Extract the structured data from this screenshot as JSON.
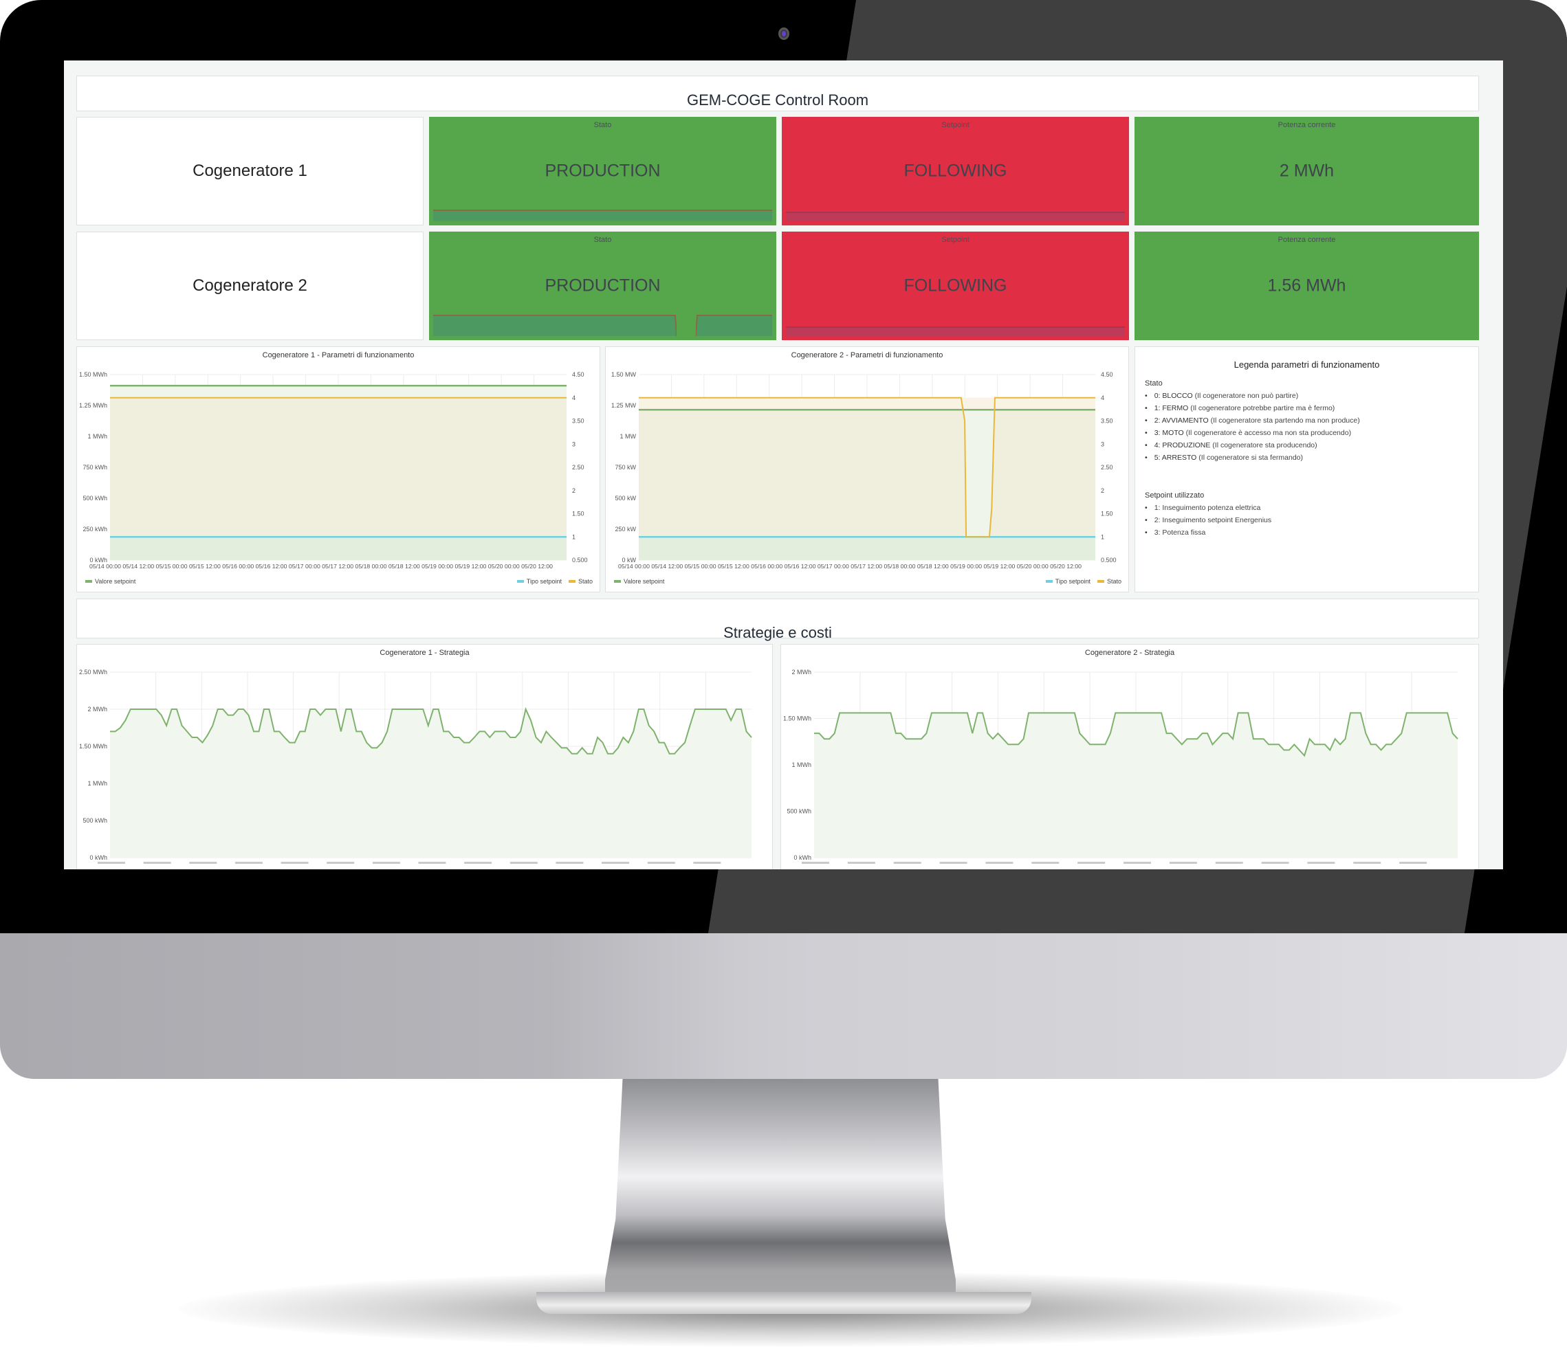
{
  "dashboard": {
    "title": "GEM-COGE Control Room",
    "section2_title": "Strategie e costi"
  },
  "colors": {
    "ok_green": "#56a64b",
    "alert_red": "#e02f44",
    "series_green": "#7eb26d",
    "series_cyan": "#6ed0e0",
    "series_yellow": "#eab839"
  },
  "rows": [
    {
      "label": "Cogeneratore 1",
      "stato": {
        "title": "Stato",
        "value": "PRODUCTION"
      },
      "setpoint": {
        "title": "Setpoint",
        "value": "FOLLOWING"
      },
      "potenza": {
        "title": "Potenza corrente",
        "value": "2 MWh"
      }
    },
    {
      "label": "Cogeneratore 2",
      "stato": {
        "title": "Stato",
        "value": "PRODUCTION"
      },
      "setpoint": {
        "title": "Setpoint",
        "value": "FOLLOWING"
      },
      "potenza": {
        "title": "Potenza corrente",
        "value": "1.56 MWh"
      }
    }
  ],
  "legend_panel": {
    "title": "Legenda parametri di funzionamento",
    "stato_heading": "Stato",
    "stato_items": [
      {
        "code": "0: BLOCCO",
        "desc": " (Il cogeneratore non può partire)"
      },
      {
        "code": "1: FERMO",
        "desc": " (Il cogeneratore potrebbe partire ma è fermo)"
      },
      {
        "code": "2: AVVIAMENTO",
        "desc": " (Il cogeneratore sta partendo ma non produce)"
      },
      {
        "code": "3: MOTO",
        "desc": " (Il cogeneratore è accesso ma non sta producendo)"
      },
      {
        "code": "4: PRODUZIONE",
        "desc": " (Il cogeneratore sta producendo)"
      },
      {
        "code": "5: ARRESTO",
        "desc": " (Il cogeneratore si sta fermando)"
      }
    ],
    "setpoint_heading": "Setpoint utilizzato",
    "setpoint_items": [
      "1: Inseguimento potenza elettrica",
      "2: Inseguimento setpoint Energenius",
      "3: Potenza fissa"
    ]
  },
  "chart_data": [
    {
      "type": "line",
      "title": "Cogeneratore 1 - Parametri di funzionamento",
      "x": [
        "05/14 00:00",
        "05/14 12:00",
        "05/15 00:00",
        "05/15 12:00",
        "05/16 00:00",
        "05/16 12:00",
        "05/17 00:00",
        "05/17 12:00",
        "05/18 00:00",
        "05/18 12:00",
        "05/19 00:00",
        "05/19 12:00",
        "05/20 00:00",
        "05/20 12:00"
      ],
      "y_left_ticks": [
        "1.50 MWh",
        "1.25 MWh",
        "1 MWh",
        "750 kWh",
        "500 kWh",
        "250 kWh",
        "0 kWh"
      ],
      "y_right_ticks": [
        "4.50",
        "4",
        "3.50",
        "3",
        "2.50",
        "2",
        "1.50",
        "1",
        "0.500"
      ],
      "ylim_left": [
        0,
        1500
      ],
      "ylim_right": [
        0.5,
        4.5
      ],
      "series": [
        {
          "name": "Valore setpoint",
          "axis": "left",
          "unit": "kWh",
          "values": [
            1410,
            1410,
            1410,
            1410,
            1410,
            1410,
            1410,
            1410,
            1410,
            1410,
            1410,
            1410,
            1410,
            1410,
            1410
          ]
        },
        {
          "name": "Tipo setpoint",
          "axis": "right",
          "values": [
            1,
            1,
            1,
            1,
            1,
            1,
            1,
            1,
            1,
            1,
            1,
            1,
            1,
            1,
            1
          ]
        },
        {
          "name": "Stato",
          "axis": "right",
          "values": [
            4,
            4,
            4,
            4,
            4,
            4,
            4,
            4,
            4,
            4,
            4,
            4,
            4,
            4,
            4
          ]
        }
      ],
      "legend_left": [
        "Valore setpoint"
      ],
      "legend_right": [
        "Tipo setpoint",
        "Stato"
      ]
    },
    {
      "type": "line",
      "title": "Cogeneratore 2 - Parametri di funzionamento",
      "x": [
        "05/14 00:00",
        "05/14 12:00",
        "05/15 00:00",
        "05/15 12:00",
        "05/16 00:00",
        "05/16 12:00",
        "05/17 00:00",
        "05/17 12:00",
        "05/18 00:00",
        "05/18 12:00",
        "05/19 00:00",
        "05/19 12:00",
        "05/20 00:00",
        "05/20 12:00"
      ],
      "y_left_ticks": [
        "1.50 MW",
        "1.25 MW",
        "1 MW",
        "750 kW",
        "500 kW",
        "250 kW",
        "0 kW"
      ],
      "y_right_ticks": [
        "4.50",
        "4",
        "3.50",
        "3",
        "2.50",
        "2",
        "1.50",
        "1",
        "0.500"
      ],
      "ylim_left": [
        0,
        1500
      ],
      "ylim_right": [
        0.5,
        4.5
      ],
      "series": [
        {
          "name": "Valore setpoint",
          "axis": "left",
          "unit": "kW",
          "values": [
            1215,
            1215,
            1215,
            1215,
            1215,
            1215,
            1215,
            1215,
            1215,
            1215,
            1215,
            1215,
            1215,
            1215,
            1215
          ]
        },
        {
          "name": "Tipo setpoint",
          "axis": "right",
          "values": [
            1,
            1,
            1,
            1,
            1,
            1,
            1,
            1,
            1,
            1,
            1,
            1,
            1,
            1,
            1
          ]
        },
        {
          "name": "Stato",
          "axis": "right",
          "x_frac": [
            0,
            0.706,
            0.714,
            0.717,
            0.768,
            0.773,
            0.78,
            1
          ],
          "values": [
            4,
            4,
            3.5,
            1,
            1,
            1.6,
            4,
            4
          ]
        }
      ],
      "legend_left": [
        "Valore setpoint"
      ],
      "legend_right": [
        "Tipo setpoint",
        "Stato"
      ]
    },
    {
      "type": "area",
      "title": "Cogeneratore 1 - Strategia",
      "y_ticks": [
        "2.50 MWh",
        "2 MWh",
        "1.50 MWh",
        "1 MWh",
        "500 kWh",
        "0 kWh"
      ],
      "ylim": [
        0,
        2.5
      ],
      "unit": "MWh",
      "series": [
        {
          "name": "Strategia",
          "values": [
            1.7,
            1.7,
            1.75,
            1.85,
            2.0,
            2.0,
            2.0,
            2.0,
            2.0,
            2.0,
            1.92,
            1.78,
            2.0,
            2.0,
            1.78,
            1.7,
            1.62,
            1.62,
            1.55,
            1.65,
            1.78,
            2.0,
            2.0,
            1.92,
            1.92,
            2.0,
            2.0,
            1.92,
            1.7,
            1.7,
            2.0,
            2.0,
            1.7,
            1.7,
            1.62,
            1.55,
            1.55,
            1.7,
            1.7,
            2.0,
            2.0,
            1.92,
            2.0,
            2.0,
            2.0,
            1.7,
            2.0,
            2.0,
            1.7,
            1.7,
            1.55,
            1.48,
            1.48,
            1.55,
            1.7,
            2.0,
            2.0,
            2.0,
            2.0,
            2.0,
            2.0,
            2.0,
            1.78,
            2.0,
            2.0,
            1.7,
            1.7,
            1.62,
            1.62,
            1.55,
            1.55,
            1.62,
            1.7,
            1.7,
            1.62,
            1.7,
            1.7,
            1.7,
            1.62,
            1.62,
            1.7,
            2.0,
            1.85,
            1.62,
            1.55,
            1.7,
            1.62,
            1.55,
            1.48,
            1.48,
            1.4,
            1.4,
            1.48,
            1.4,
            1.4,
            1.62,
            1.55,
            1.4,
            1.4,
            1.48,
            1.62,
            1.55,
            1.7,
            2.0,
            2.0,
            1.78,
            1.7,
            1.55,
            1.55,
            1.4,
            1.4,
            1.48,
            1.55,
            1.78,
            2.0,
            2.0,
            2.0,
            2.0,
            2.0,
            2.0,
            2.0,
            1.85,
            2.0,
            2.0,
            1.7,
            1.62
          ]
        }
      ]
    },
    {
      "type": "area",
      "title": "Cogeneratore 2 - Strategia",
      "y_ticks": [
        "2 MWh",
        "1.50 MWh",
        "1 MWh",
        "500 kWh",
        "0 kWh"
      ],
      "ylim": [
        0,
        2.0
      ],
      "unit": "MWh",
      "series": [
        {
          "name": "Strategia",
          "values": [
            1.34,
            1.34,
            1.28,
            1.28,
            1.34,
            1.56,
            1.56,
            1.56,
            1.56,
            1.56,
            1.56,
            1.56,
            1.56,
            1.56,
            1.56,
            1.56,
            1.34,
            1.34,
            1.28,
            1.28,
            1.28,
            1.28,
            1.34,
            1.56,
            1.56,
            1.56,
            1.56,
            1.56,
            1.56,
            1.56,
            1.56,
            1.34,
            1.56,
            1.56,
            1.34,
            1.28,
            1.34,
            1.28,
            1.22,
            1.22,
            1.22,
            1.28,
            1.56,
            1.56,
            1.56,
            1.56,
            1.56,
            1.56,
            1.56,
            1.56,
            1.56,
            1.56,
            1.34,
            1.28,
            1.22,
            1.22,
            1.22,
            1.22,
            1.34,
            1.56,
            1.56,
            1.56,
            1.56,
            1.56,
            1.56,
            1.56,
            1.56,
            1.56,
            1.56,
            1.34,
            1.34,
            1.28,
            1.22,
            1.28,
            1.28,
            1.28,
            1.34,
            1.34,
            1.22,
            1.28,
            1.34,
            1.34,
            1.28,
            1.56,
            1.56,
            1.56,
            1.28,
            1.28,
            1.28,
            1.22,
            1.22,
            1.22,
            1.16,
            1.16,
            1.22,
            1.16,
            1.1,
            1.28,
            1.22,
            1.22,
            1.22,
            1.16,
            1.28,
            1.22,
            1.28,
            1.56,
            1.56,
            1.56,
            1.34,
            1.22,
            1.22,
            1.16,
            1.22,
            1.22,
            1.28,
            1.34,
            1.56,
            1.56,
            1.56,
            1.56,
            1.56,
            1.56,
            1.56,
            1.56,
            1.56,
            1.34,
            1.28
          ]
        }
      ]
    }
  ]
}
